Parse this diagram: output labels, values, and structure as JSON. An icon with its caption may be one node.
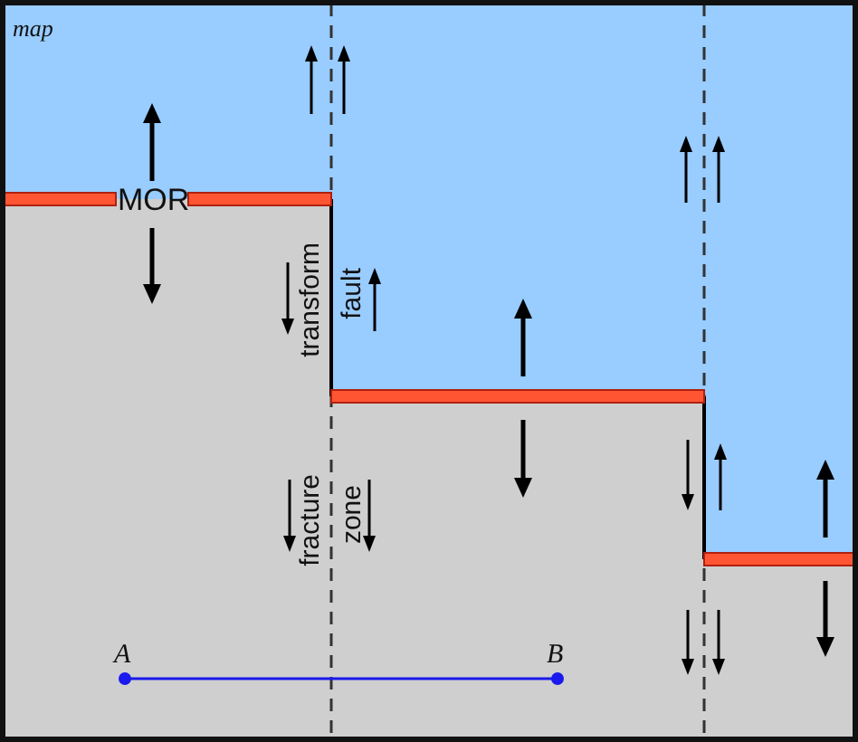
{
  "diagram": {
    "labels": [
      "map",
      "MOR",
      "transform",
      "fault",
      "fracture",
      "zone",
      "A",
      "B"
    ]
  }
}
